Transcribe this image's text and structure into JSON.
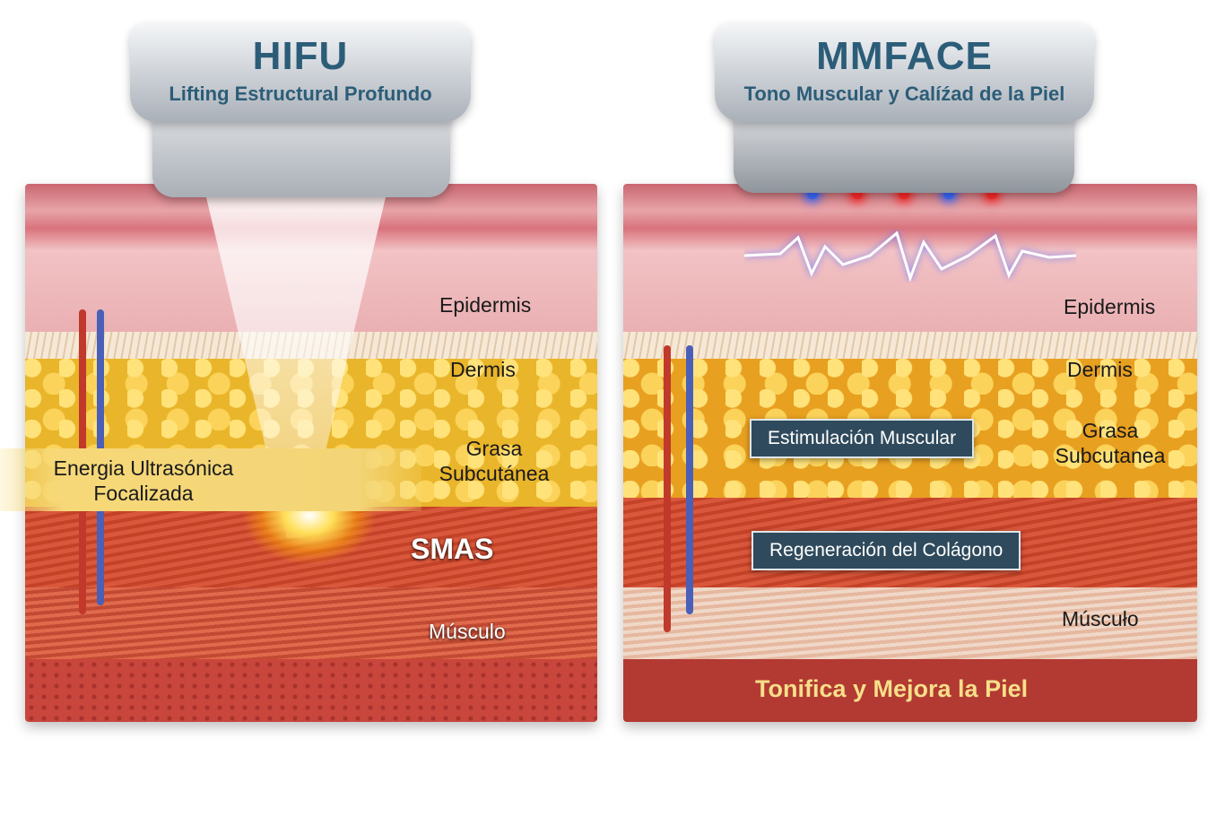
{
  "hifu": {
    "title": "HIFU",
    "subtitle": "Lifting Estructural Profundo",
    "layers": {
      "epidermis": "Epidermis",
      "dermis": "Dermis",
      "fat_line1": "Grasa",
      "fat_line2": "Subcutánea",
      "smas": "SMAS",
      "muscle": "Músculo"
    },
    "callout_line1": "Energia Ultrasónica",
    "callout_line2": "Focalizada"
  },
  "mmface": {
    "title": "MMFACE",
    "subtitle": "Tono Muscular y Calíźad de la Piel",
    "layers": {
      "epidermis": "Epidermis",
      "dermis": "Dermis",
      "fat_line1": "Grasa",
      "fat_line2": "Subcutanea",
      "muscle": "Múscuło"
    },
    "tag_stimulation": "Estimulación Muscular",
    "tag_regeneration": "Regeneración del Colágono",
    "footer": "Tonifica y Mejora la Piel",
    "led_colors": [
      "#3a6bff",
      "#ff2a2a",
      "#ff2a2a",
      "#3a6bff",
      "#ff2a2a"
    ]
  }
}
